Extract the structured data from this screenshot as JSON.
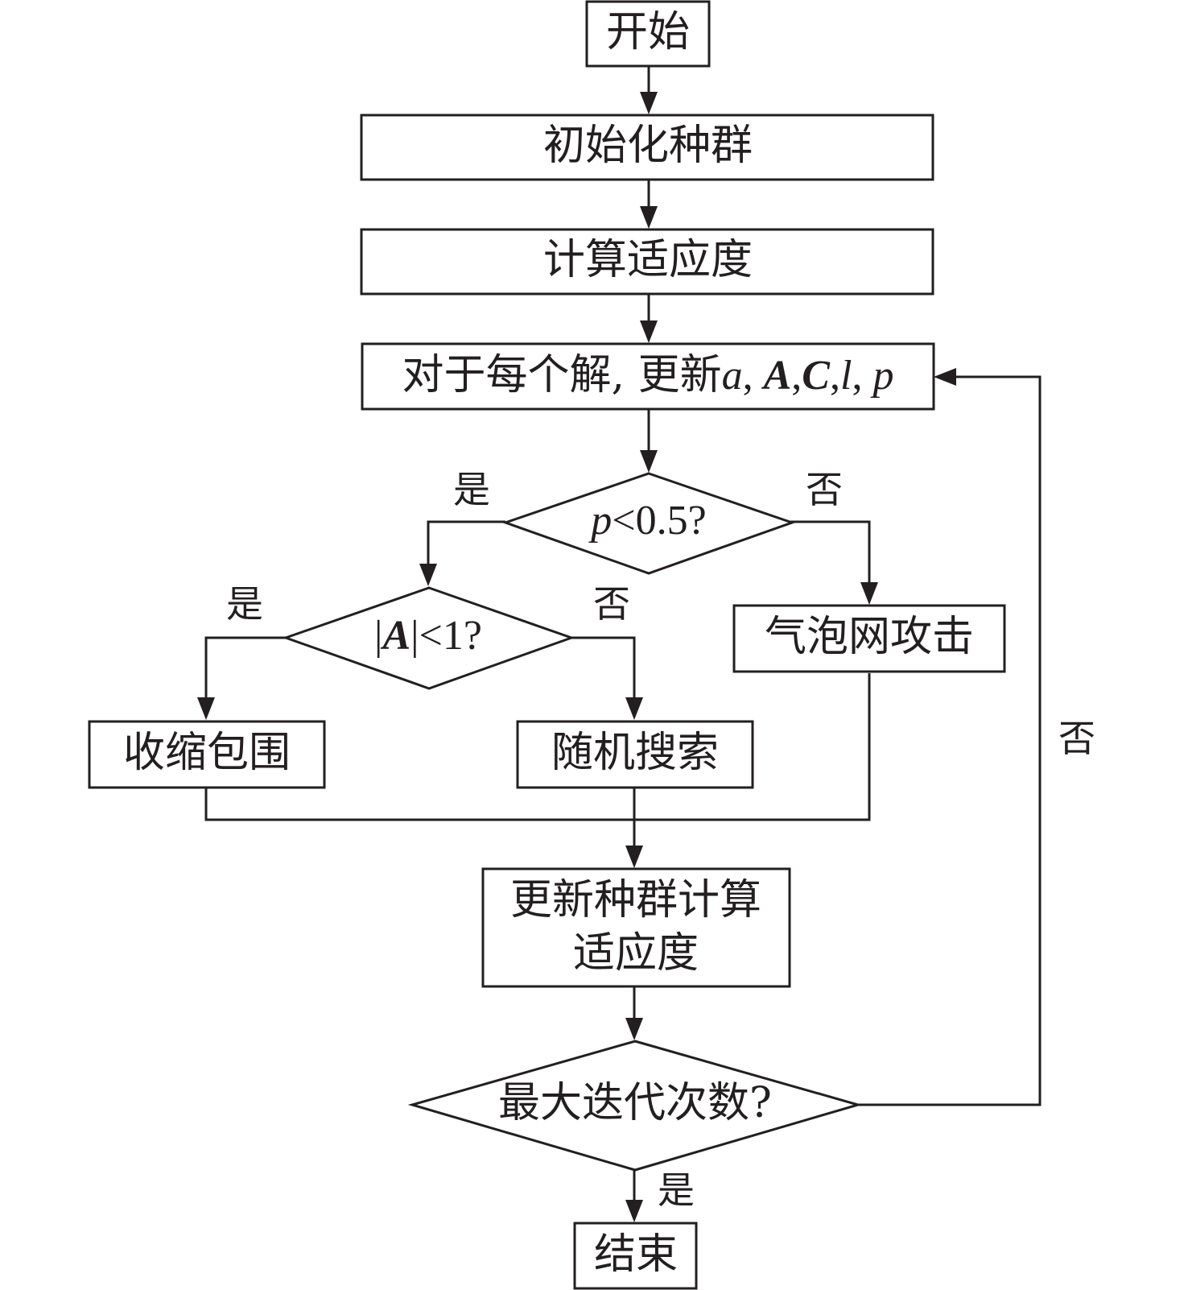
{
  "nodes": {
    "start": "开始",
    "init": "初始化种群",
    "fitness": "计算适应度",
    "update_prefix": "对于每个解, 更新",
    "update_vars": {
      "a": "a",
      "A": "A",
      "C": "C",
      "l": "l",
      "p": "p"
    },
    "decision_p": {
      "var": "p",
      "rest": "<0.5?"
    },
    "decision_A": {
      "bar_left": "|",
      "var": "A",
      "rest": "|<1?"
    },
    "bubble": "气泡网攻击",
    "shrink": "收缩包围",
    "random": "随机搜索",
    "update_line1": "更新种群计算",
    "update_line2": "适应度",
    "decision_iter": "最大迭代次数?",
    "end": "结束"
  },
  "labels": {
    "yes_p": "是",
    "no_p": "否",
    "yes_A": "是",
    "no_A": "否",
    "no_iter": "否",
    "yes_iter": "是"
  },
  "colors": {
    "stroke": "#231f20",
    "background": "#ffffff"
  }
}
